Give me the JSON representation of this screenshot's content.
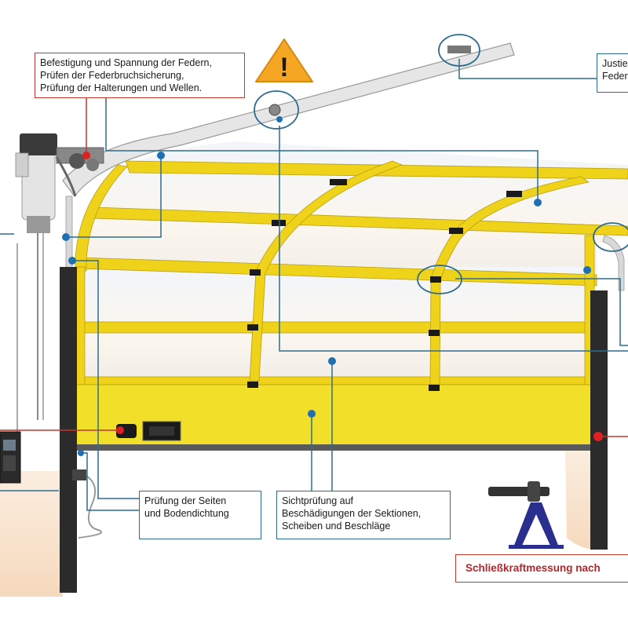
{
  "callouts": {
    "springs": {
      "lines": [
        "Befestigung und Spannung der Federn,",
        "Prüfen der Federbruchsicherung,",
        "Prüfung der Halterungen und Wellen."
      ]
    },
    "justify": {
      "lines": [
        "Justie",
        "Feder"
      ]
    },
    "seals": {
      "lines": [
        "Prüfung der Seiten",
        "und Bodendichtung"
      ]
    },
    "visual": {
      "lines": [
        "Sichtprüfung auf",
        "Beschädigungen der Sektionen,",
        "Scheiben und Beschläge"
      ]
    },
    "force": {
      "text": "Schließkraftmessung nach"
    }
  },
  "icons": {
    "warning": "warning-triangle-icon",
    "warning_glyph": "!"
  },
  "colors": {
    "door_yellow": "#f2df2a",
    "frame_yellow": "#efd21a",
    "marker_blue": "#1f6fb3",
    "marker_red": "#e02020",
    "leader_blue": "#2e6c8e",
    "leader_red": "#c0392b",
    "warning_orange": "#f5a623",
    "track_grey": "#cfcfcf",
    "post_dark": "#2b2b2b",
    "stand_navy": "#2a2f8f"
  }
}
